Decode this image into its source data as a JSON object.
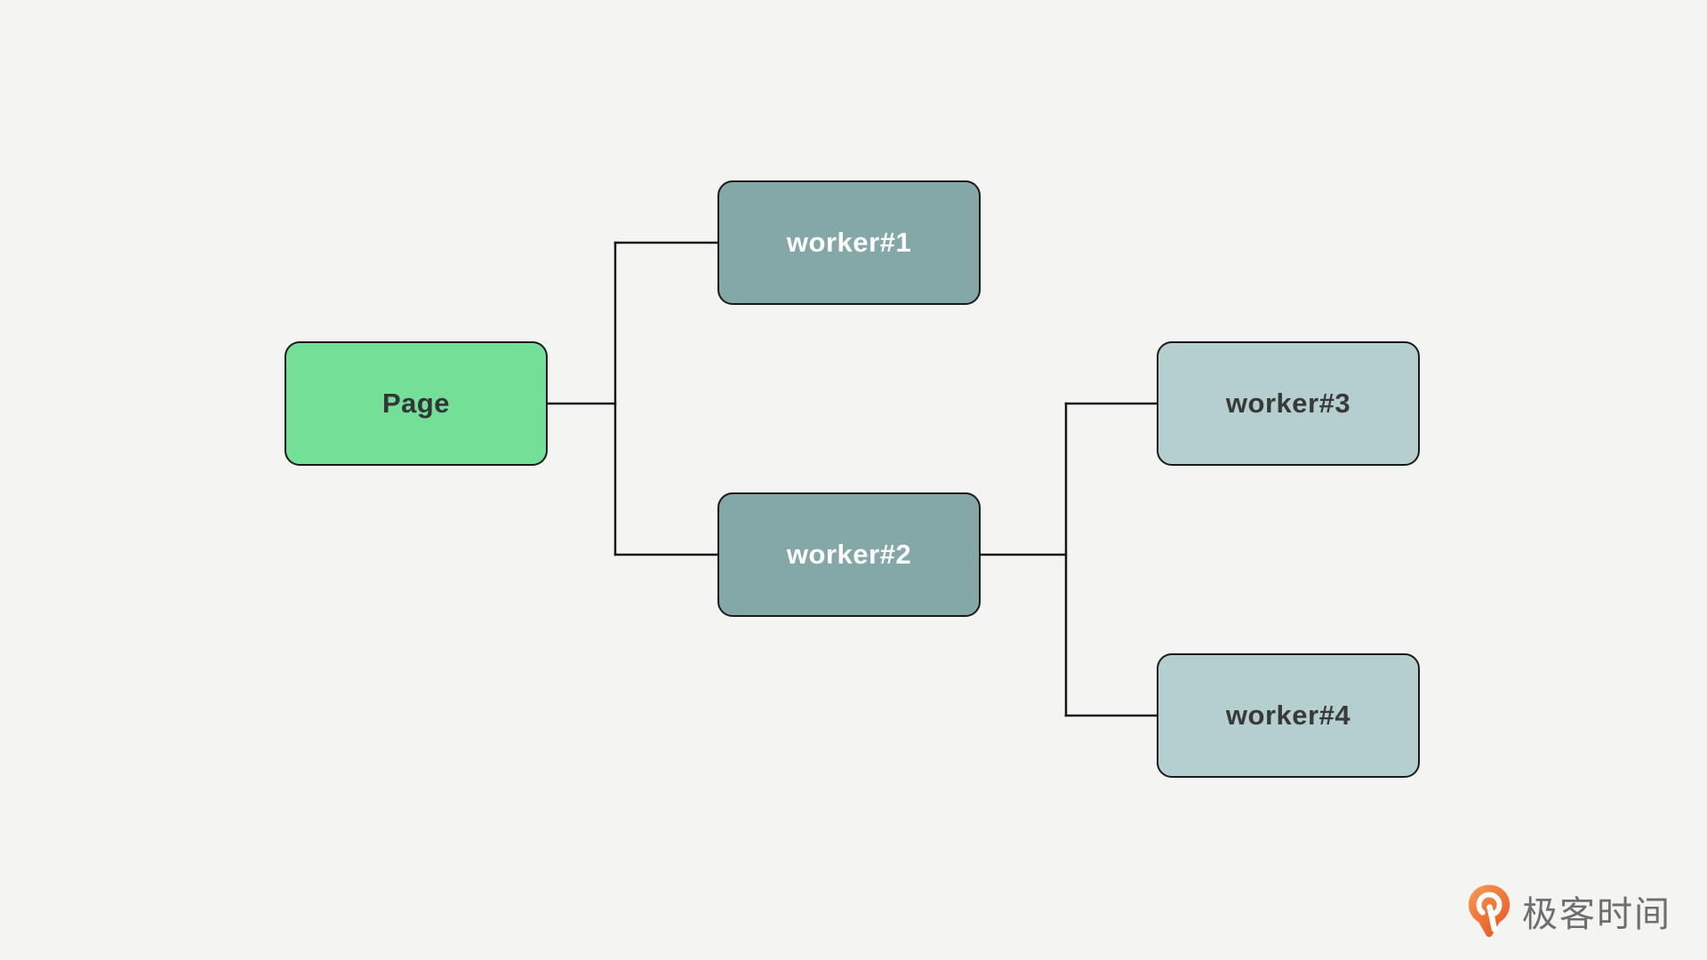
{
  "diagram": {
    "type": "tree",
    "colors": {
      "background": "#f4f5f3",
      "edge_line": "#161616",
      "node_border": "#1a1a1a"
    },
    "nodes": [
      {
        "id": "page",
        "label": "Page",
        "fill": "#74df96",
        "text_color": "#333538",
        "level": 0,
        "parent": null
      },
      {
        "id": "worker1",
        "label": "worker#1",
        "fill": "#84a7a8",
        "text_color": "#ffffff",
        "level": 1,
        "parent": "page"
      },
      {
        "id": "worker2",
        "label": "worker#2",
        "fill": "#84a7a8",
        "text_color": "#ffffff",
        "level": 1,
        "parent": "page"
      },
      {
        "id": "worker3",
        "label": "worker#3",
        "fill": "#b5cfce",
        "text_color": "#37393a",
        "level": 2,
        "parent": "worker2"
      },
      {
        "id": "worker4",
        "label": "worker#4",
        "fill": "#b5cfce",
        "text_color": "#37393a",
        "level": 2,
        "parent": "worker2"
      }
    ],
    "edges": [
      {
        "from": "page",
        "to": "worker1"
      },
      {
        "from": "page",
        "to": "worker2"
      },
      {
        "from": "worker2",
        "to": "worker3"
      },
      {
        "from": "worker2",
        "to": "worker4"
      }
    ]
  },
  "watermark": {
    "brand": "极客时间",
    "icon": "geektime-logo-icon",
    "icon_color_top": "#f79b52",
    "icon_color_bottom": "#eb5925",
    "text_color": "#6e6e6e"
  }
}
